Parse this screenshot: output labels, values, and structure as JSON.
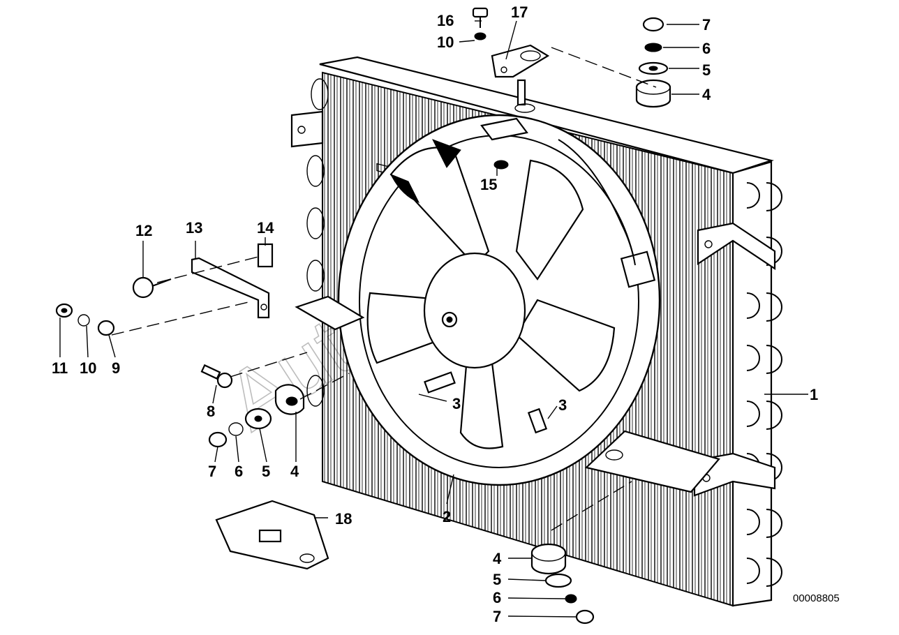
{
  "document_number": "00008805",
  "watermark": "AutoSoft",
  "callouts": {
    "c1": "1",
    "c2": "2",
    "c3a": "3",
    "c3b": "3",
    "c4a": "4",
    "c4b": "4",
    "c4c": "4",
    "c5a": "5",
    "c5b": "5",
    "c5c": "5",
    "c6a": "6",
    "c6b": "6",
    "c6c": "6",
    "c7a": "7",
    "c7b": "7",
    "c7c": "7",
    "c8": "8",
    "c9": "9",
    "c10a": "10",
    "c10b": "10",
    "c11": "11",
    "c12": "12",
    "c13": "13",
    "c14": "14",
    "c15": "15",
    "c16": "16",
    "c17": "17",
    "c18": "18"
  }
}
